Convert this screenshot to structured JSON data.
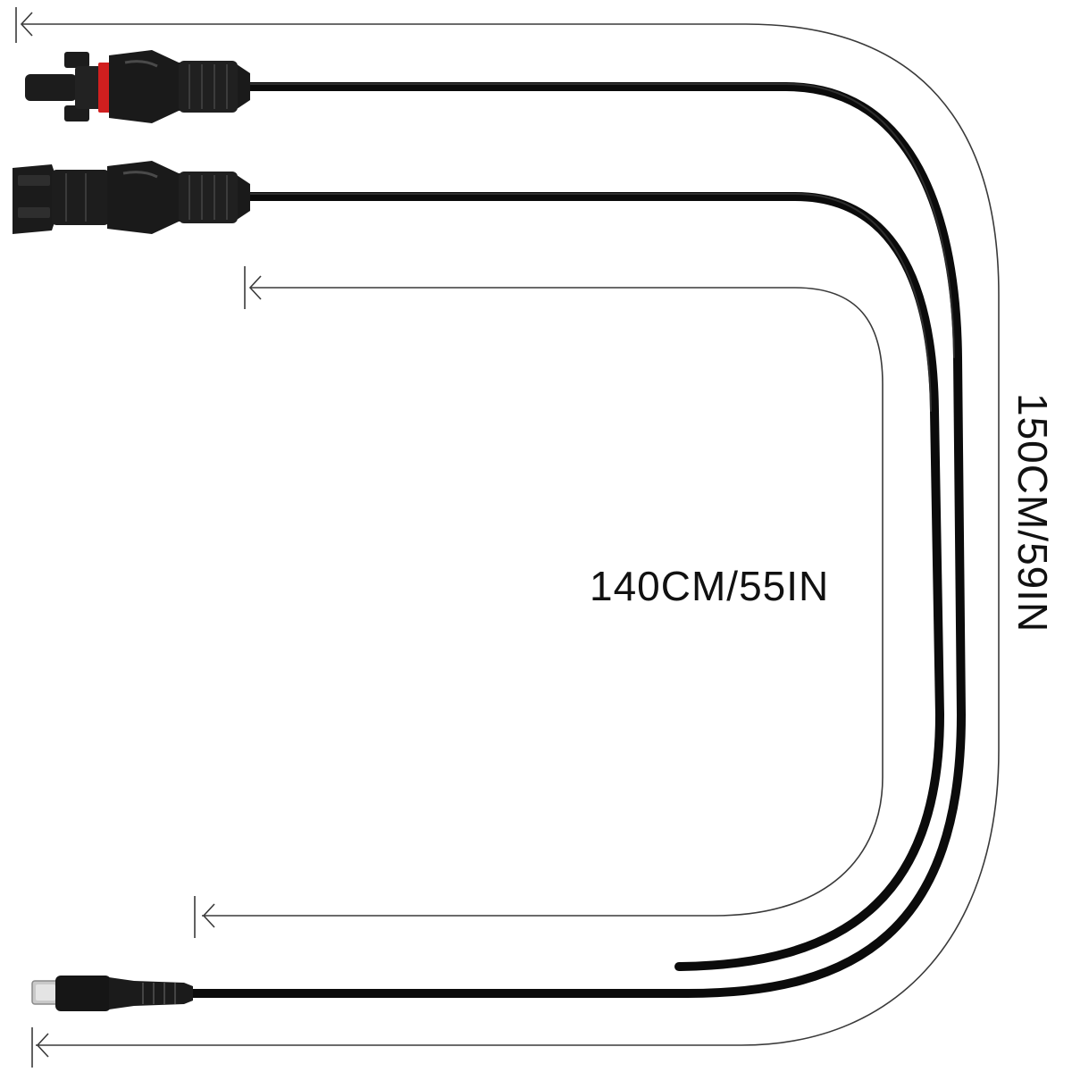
{
  "dimensions": {
    "inner_length_label": "140CM/55IN",
    "outer_length_label": "150CM/59IN"
  },
  "connectors": {
    "top": "mc4-male-connector",
    "middle": "mc4-female-connector",
    "bottom": "dc-barrel-plug"
  },
  "colors": {
    "cable": "#0b0b0b",
    "connector_body": "#1a1a1a",
    "seal_ring": "#d11f1f",
    "dimension_line": "#3a3a3a",
    "background": "#ffffff"
  }
}
